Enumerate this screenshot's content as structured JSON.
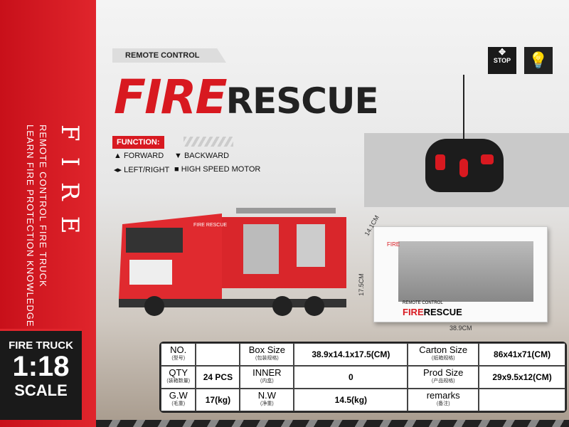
{
  "side": {
    "vertical_title": "FIRE",
    "line1": "REMOTE CONTROL FIRE TRUCK",
    "line2": "LEARN FIRE PROTECTION KNOWLEDGE"
  },
  "scale_badge": {
    "line1": "FIRE TRUCK",
    "line2": "1:18",
    "line3": "SCALE"
  },
  "header": {
    "tag": "REMOTE CONTROL",
    "title_red": "FIRE",
    "title_dark": "RESCUE"
  },
  "icons": [
    {
      "name": "stop-arrows-icon",
      "label": "STOP"
    },
    {
      "name": "light-bulb-icon"
    }
  ],
  "functions": {
    "label": "FUNCTION:",
    "items": [
      {
        "icon": "triangle-up",
        "text": "FORWARD"
      },
      {
        "icon": "triangle-down",
        "text": "BACKWARD"
      },
      {
        "icon": "left-right-arrows",
        "text": "LEFT/RIGHT"
      },
      {
        "icon": "motor",
        "text": "HIGH SPEED MOTOR"
      }
    ]
  },
  "truck": {
    "door_text": "FIRE RESCUE"
  },
  "package": {
    "title_red": "FIRE",
    "title_dark": "RESCUE",
    "tag": "REMOTE CONTROL",
    "side_text": "FIRE",
    "depth": "14.1CM",
    "height": "17.5CM",
    "width": "38.9CM"
  },
  "specs": [
    [
      {
        "l": "NO.",
        "s": "(型号)"
      },
      {
        "v": ""
      },
      {
        "l": "Box Size",
        "s": "(包装规格)"
      },
      {
        "v": "38.9x14.1x17.5(CM)"
      },
      {
        "l": "Carton Size",
        "s": "(纸箱规格)"
      },
      {
        "v": "86x41x71(CM)"
      }
    ],
    [
      {
        "l": "QTY",
        "s": "(装箱数量)"
      },
      {
        "v": "24 PCS"
      },
      {
        "l": "INNER",
        "s": "(内盒)"
      },
      {
        "v": "0"
      },
      {
        "l": "Prod  Size",
        "s": "(产品规格)"
      },
      {
        "v": "29x9.5x12(CM)"
      }
    ],
    [
      {
        "l": "G.W",
        "s": "(毛重)"
      },
      {
        "v": "17(kg)"
      },
      {
        "l": "N.W",
        "s": "(净重)"
      },
      {
        "v": "14.5(kg)"
      },
      {
        "l": "remarks",
        "s": "(备注)"
      },
      {
        "v": ""
      }
    ]
  ],
  "colors": {
    "brand_red": "#d81920",
    "dark": "#1a1a1a"
  }
}
